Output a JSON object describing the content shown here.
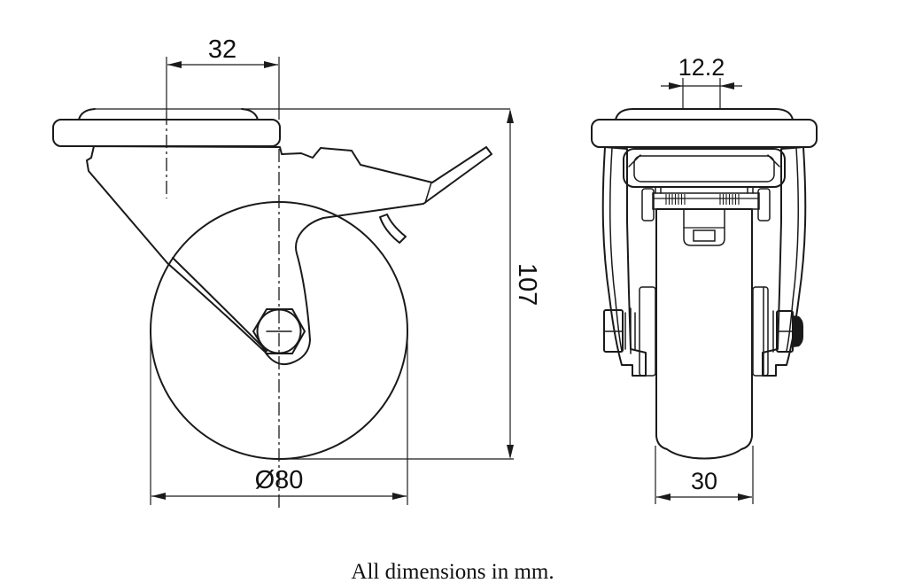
{
  "note": "All dimensions in mm.",
  "left_view": {
    "dim_top": "32",
    "dim_height": "107",
    "dim_diameter": "Ø80"
  },
  "right_view": {
    "dim_bolt": "12.2",
    "dim_width": "30"
  },
  "colors": {
    "line": "#1a1a1a",
    "background": "#ffffff"
  }
}
